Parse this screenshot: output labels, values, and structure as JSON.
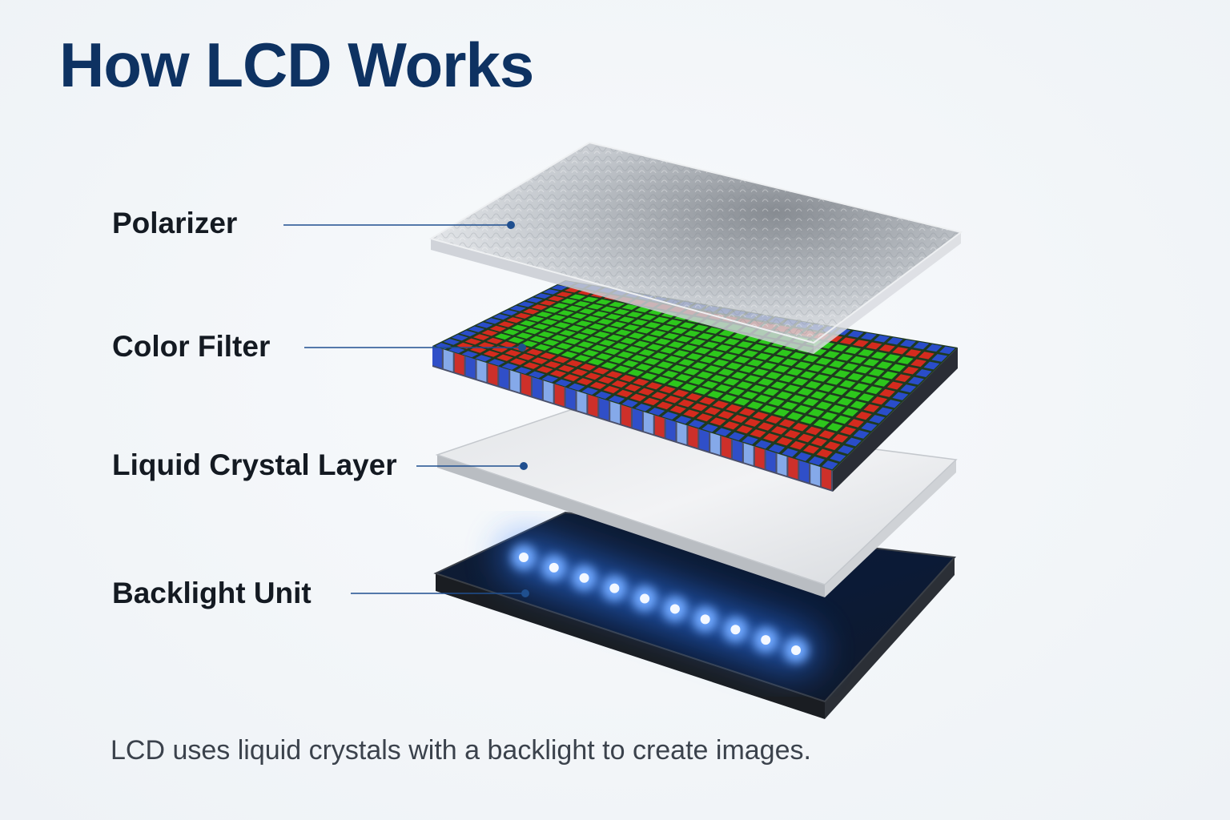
{
  "title": "How LCD Works",
  "layers": [
    {
      "label": "Polarizer"
    },
    {
      "label": "Color Filter"
    },
    {
      "label": "Liquid Crystal Layer"
    },
    {
      "label": "Backlight Unit"
    }
  ],
  "caption": "LCD uses liquid crystals with a backlight to create images.",
  "colors": {
    "title": "#0e3262",
    "leader_line": "#1f4f8f",
    "filter_red": "#e42a1e",
    "filter_green": "#2fd41c",
    "filter_blue": "#2b4fd8",
    "backlight_glow": "#2f7bff"
  },
  "backlight_led_count": 10
}
